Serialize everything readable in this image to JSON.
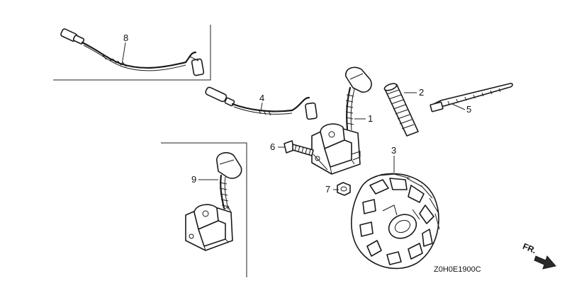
{
  "callouts": {
    "c1": "1",
    "c2": "2",
    "c3": "3",
    "c4": "4",
    "c5": "5",
    "c6": "6",
    "c7": "7",
    "c8": "8",
    "c9": "9"
  },
  "diagram_code": "Z0H0E1900C",
  "front_label": "FR."
}
